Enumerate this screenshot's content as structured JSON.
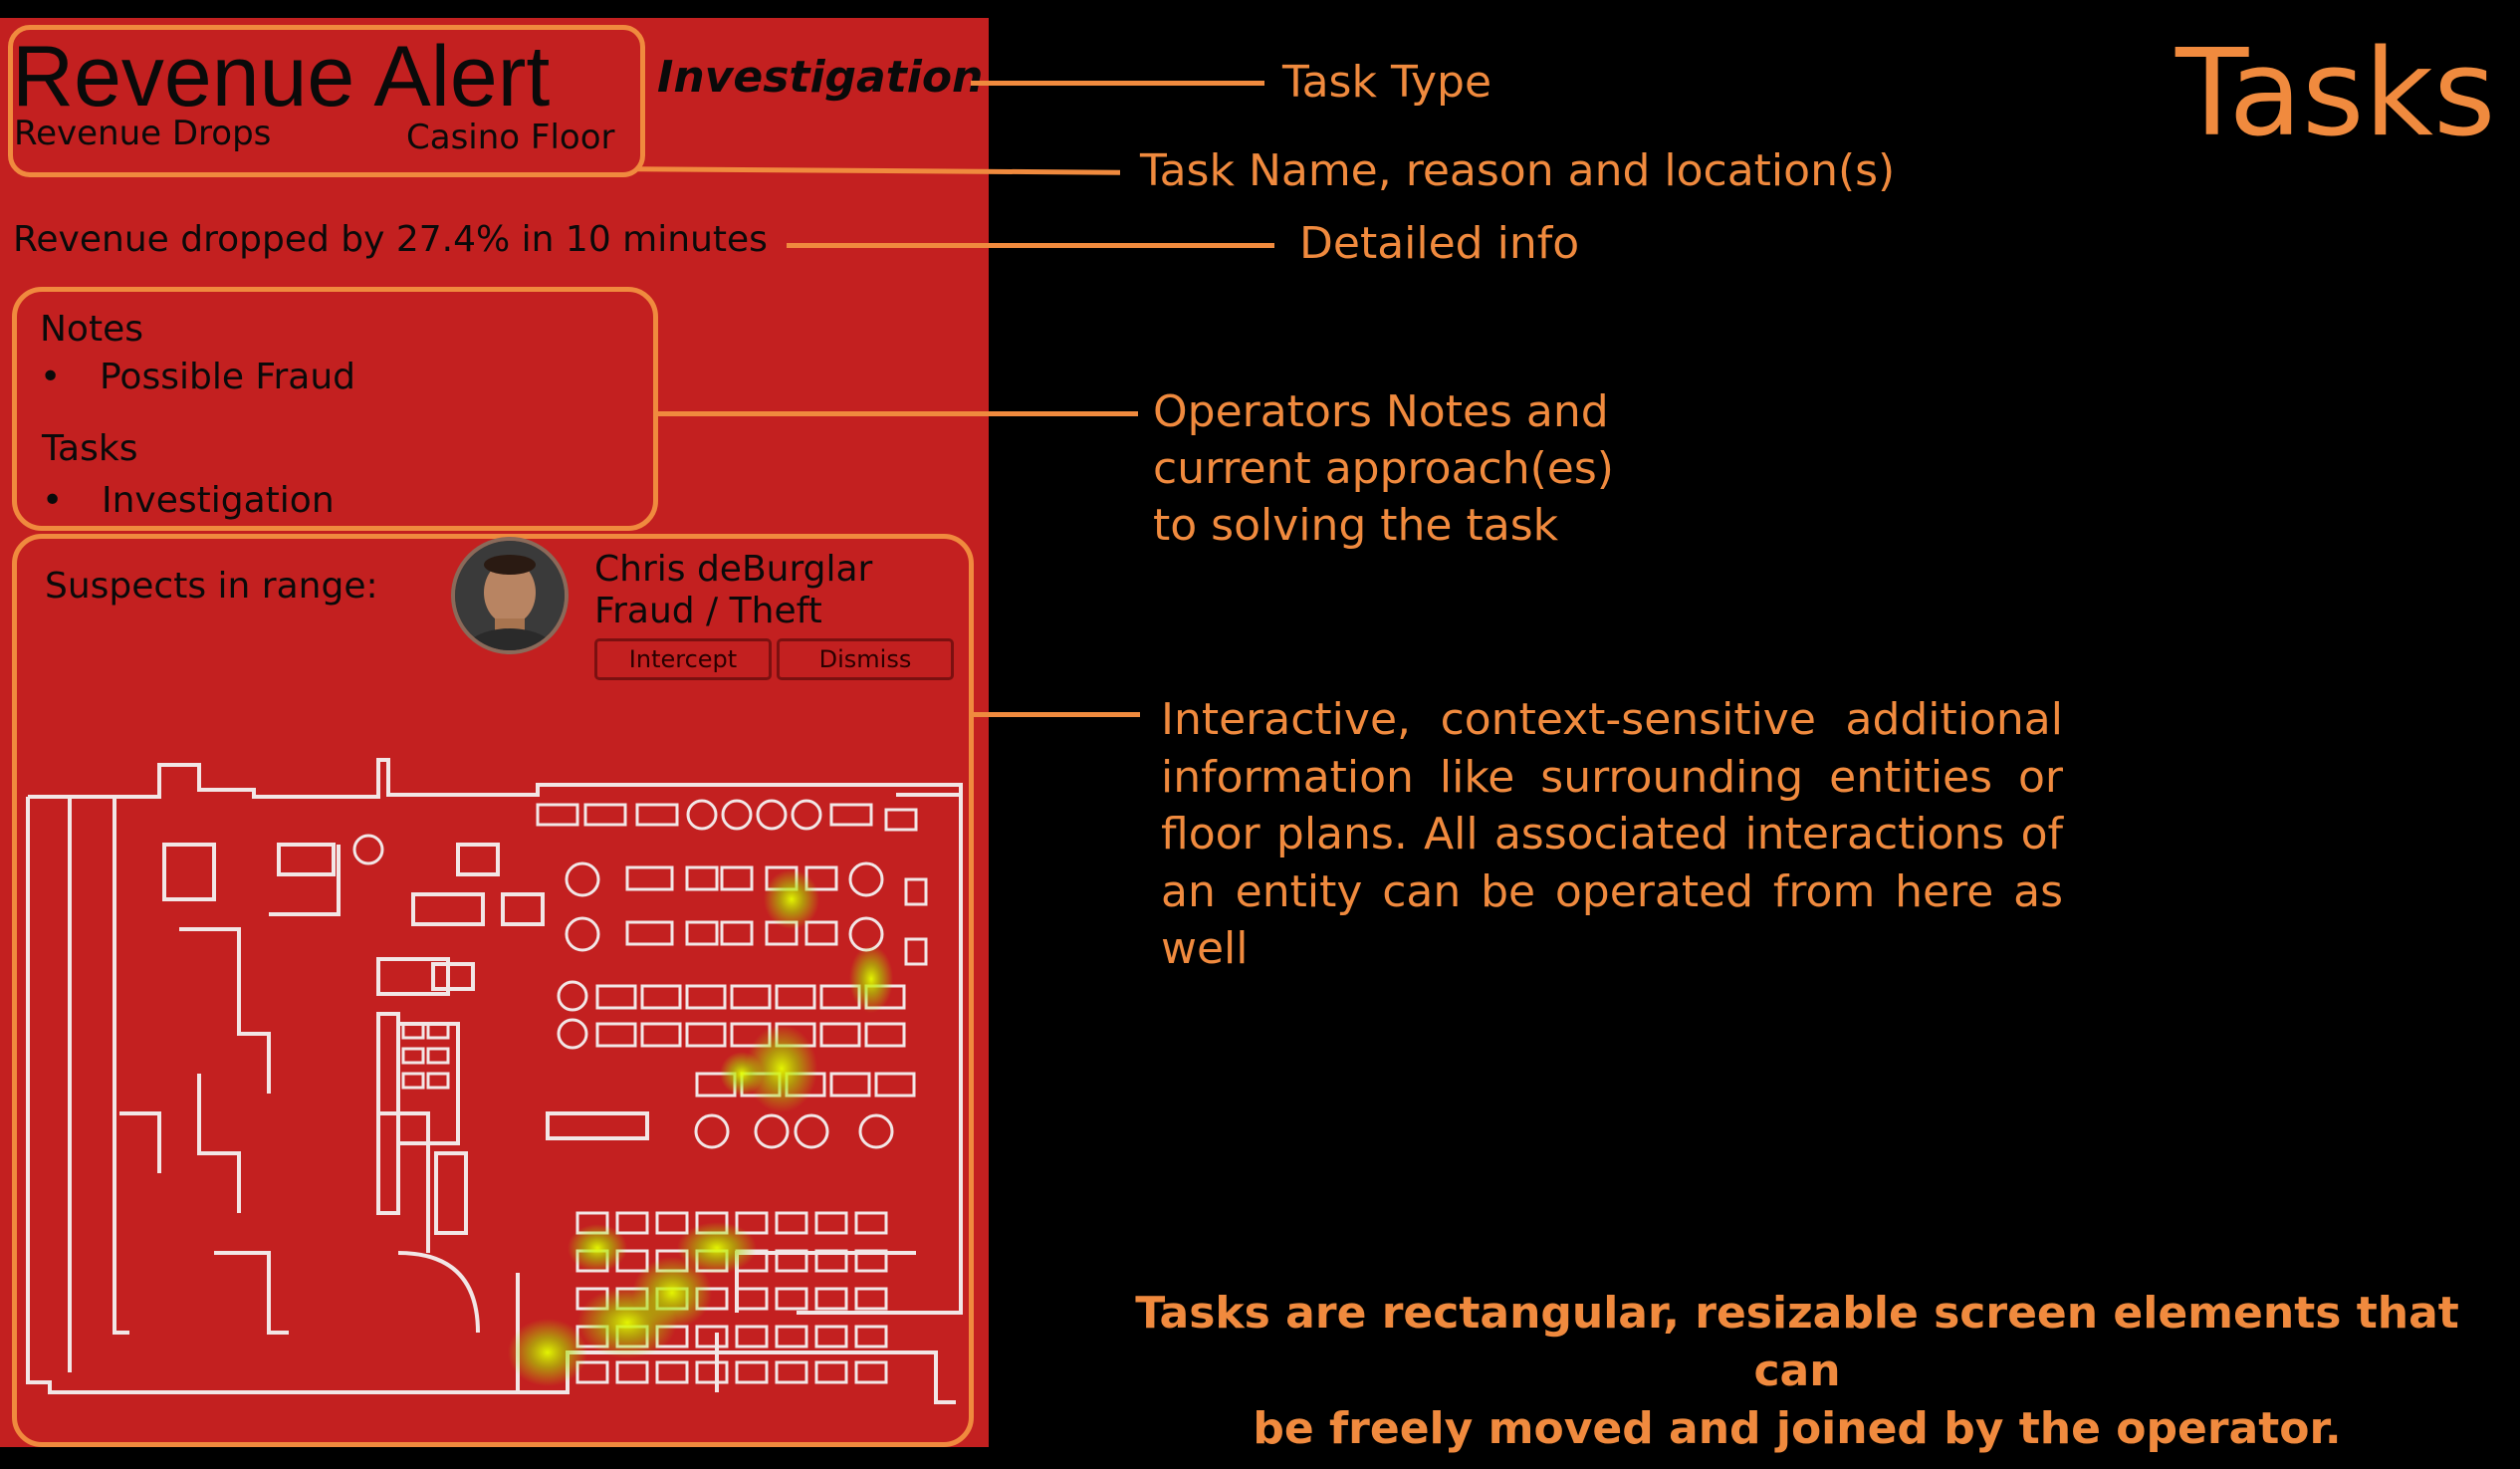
{
  "page_title": "Tasks",
  "card": {
    "alert_title": "Revenue Alert",
    "task_type": "Investigation",
    "reason": "Revenue Drops",
    "location": "Casino Floor",
    "detail": "Revenue dropped by 27.4% in 10 minutes",
    "notes_heading": "Notes",
    "notes": [
      "Possible Fraud"
    ],
    "tasks_heading": "Tasks",
    "tasks": [
      "Investigation"
    ],
    "suspects_label": "Suspects in range:",
    "suspect": {
      "name": "Chris deBurglar",
      "crime": "Fraud / Theft",
      "intercept_label": "Intercept",
      "dismiss_label": "Dismiss"
    }
  },
  "annotations": {
    "task_type": "Task Type",
    "task_name": "Task Name, reason and location(s)",
    "detailed_info": "Detailed info",
    "notes_line1": "Operators Notes and",
    "notes_line2": "current approach(es)",
    "notes_line3": "to solving the task",
    "interactive_line1": "Interactive, context-sensitive additional",
    "interactive_line2": "information like surrounding entities or",
    "interactive_line3": "floor plans. All associated interactions of",
    "interactive_line4": "an entity can be operated from here as",
    "interactive_line5": "well",
    "footer_line1": "Tasks are rectangular, resizable screen elements that can",
    "footer_line2": "be freely moved and joined by the operator."
  },
  "colors": {
    "accent": "#f08a3e",
    "card_bg": "#c32020",
    "page_bg": "#000000",
    "heatmap": "#c8ff00"
  }
}
